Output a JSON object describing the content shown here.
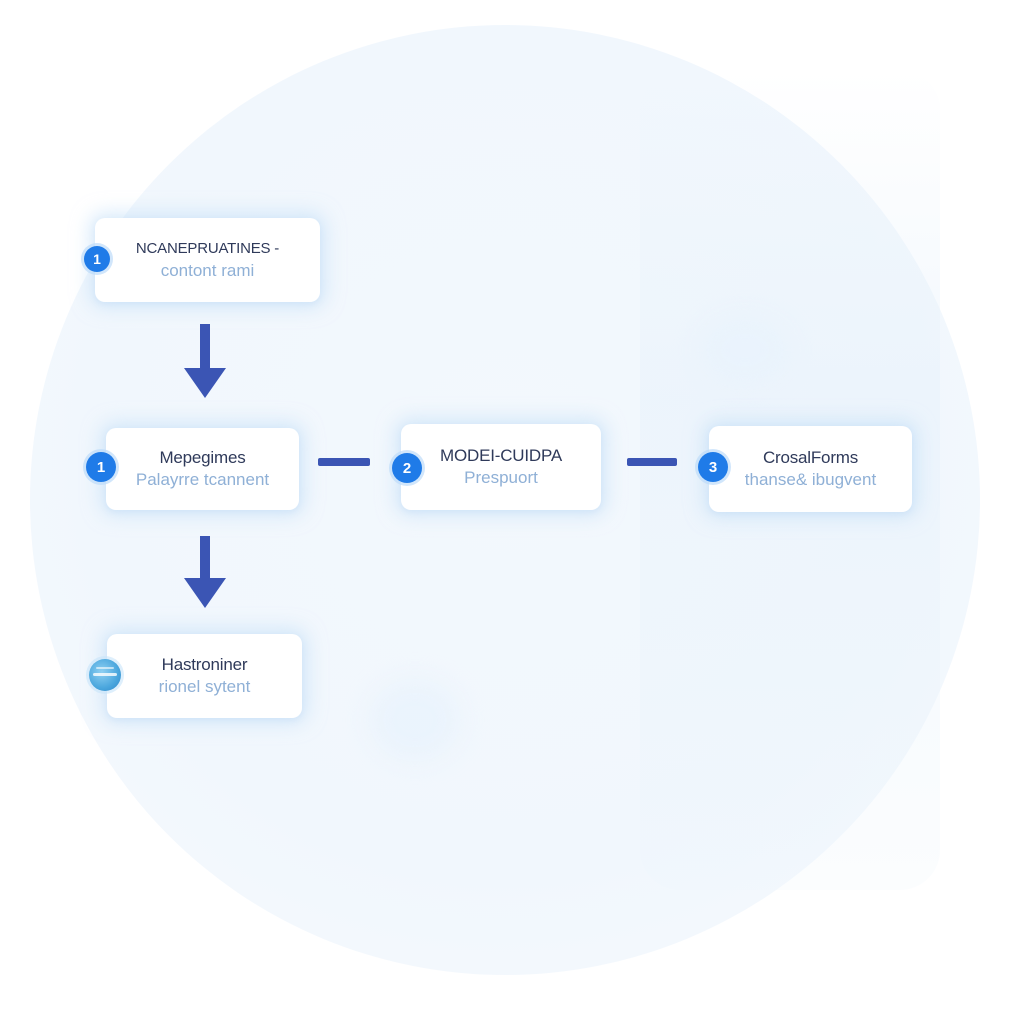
{
  "nodes": {
    "top": {
      "title": "NCANEPRUATINES -",
      "subtitle": "contont rami",
      "badge": "1"
    },
    "middle_left": {
      "title": "Mepegimes",
      "subtitle": "Palayrre tcannent",
      "badge": "1"
    },
    "middle_center": {
      "title": "MODEI-CUIDPA",
      "subtitle": "Prespuort",
      "badge": "2"
    },
    "middle_right": {
      "title": "CrosalForms",
      "subtitle": "thanse& ibugvent",
      "badge": "3"
    },
    "bottom": {
      "title": "Hastroniner",
      "subtitle": "rionel sytent"
    }
  },
  "icons": {
    "bottom_badge": "globe-icon",
    "vertical_arrows": "arrow-down-icon"
  },
  "colors": {
    "accent_blue": "#1f7be8",
    "connector_navy": "#3b55b4",
    "title_text": "#2f3a5a",
    "subtitle_text": "#8fb0d6"
  }
}
